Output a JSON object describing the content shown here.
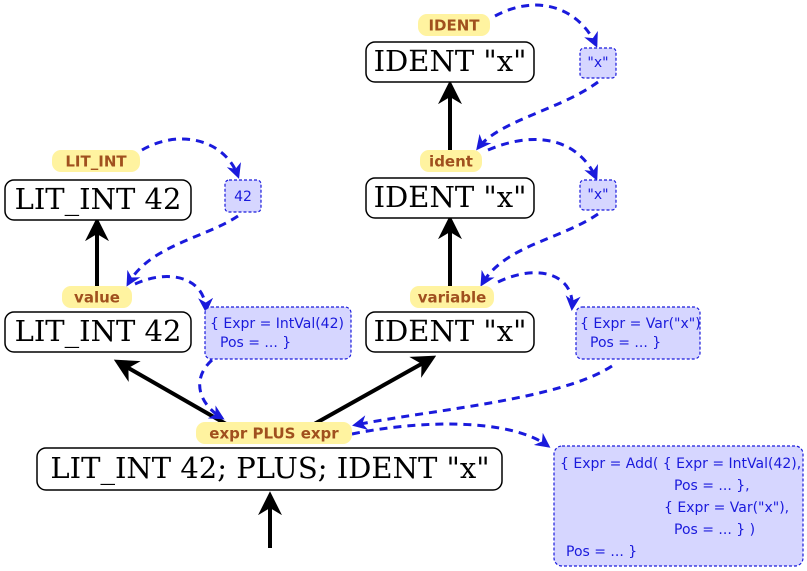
{
  "nodes": {
    "ident_top": "IDENT \"x\"",
    "ident_mid": "IDENT \"x\"",
    "ident_low": "IDENT \"x\"",
    "lit_top": "LIT_INT 42",
    "lit_low": "LIT_INT 42",
    "bottom": "LIT_INT 42;  PLUS;  IDENT \"x\""
  },
  "rules": {
    "ident_token": "IDENT",
    "ident": "ident",
    "lit_int_token": "LIT_INT",
    "value": "value",
    "variable": "variable",
    "expr_plus_expr": "expr PLUS expr"
  },
  "values": {
    "x_top": "\"x\"",
    "x_mid": "\"x\"",
    "num_42": "42",
    "intval": [
      "{ Expr = IntVal(42)",
      "Pos = ... }"
    ],
    "var": [
      "{ Expr = Var(\"x\")",
      "Pos = ... }"
    ],
    "add": [
      "{ Expr = Add( { Expr = IntVal(42),",
      "Pos = ... },",
      "{ Expr = Var(\"x\"),",
      "Pos = ... } )",
      "Pos = ... }"
    ]
  },
  "colors": {
    "label_highlight": "#fff3a0",
    "label_text": "#a0501e",
    "value_fill": "#d6d6ff",
    "value_text": "#1a1adc",
    "dashed_arrow": "#1a1adc"
  }
}
